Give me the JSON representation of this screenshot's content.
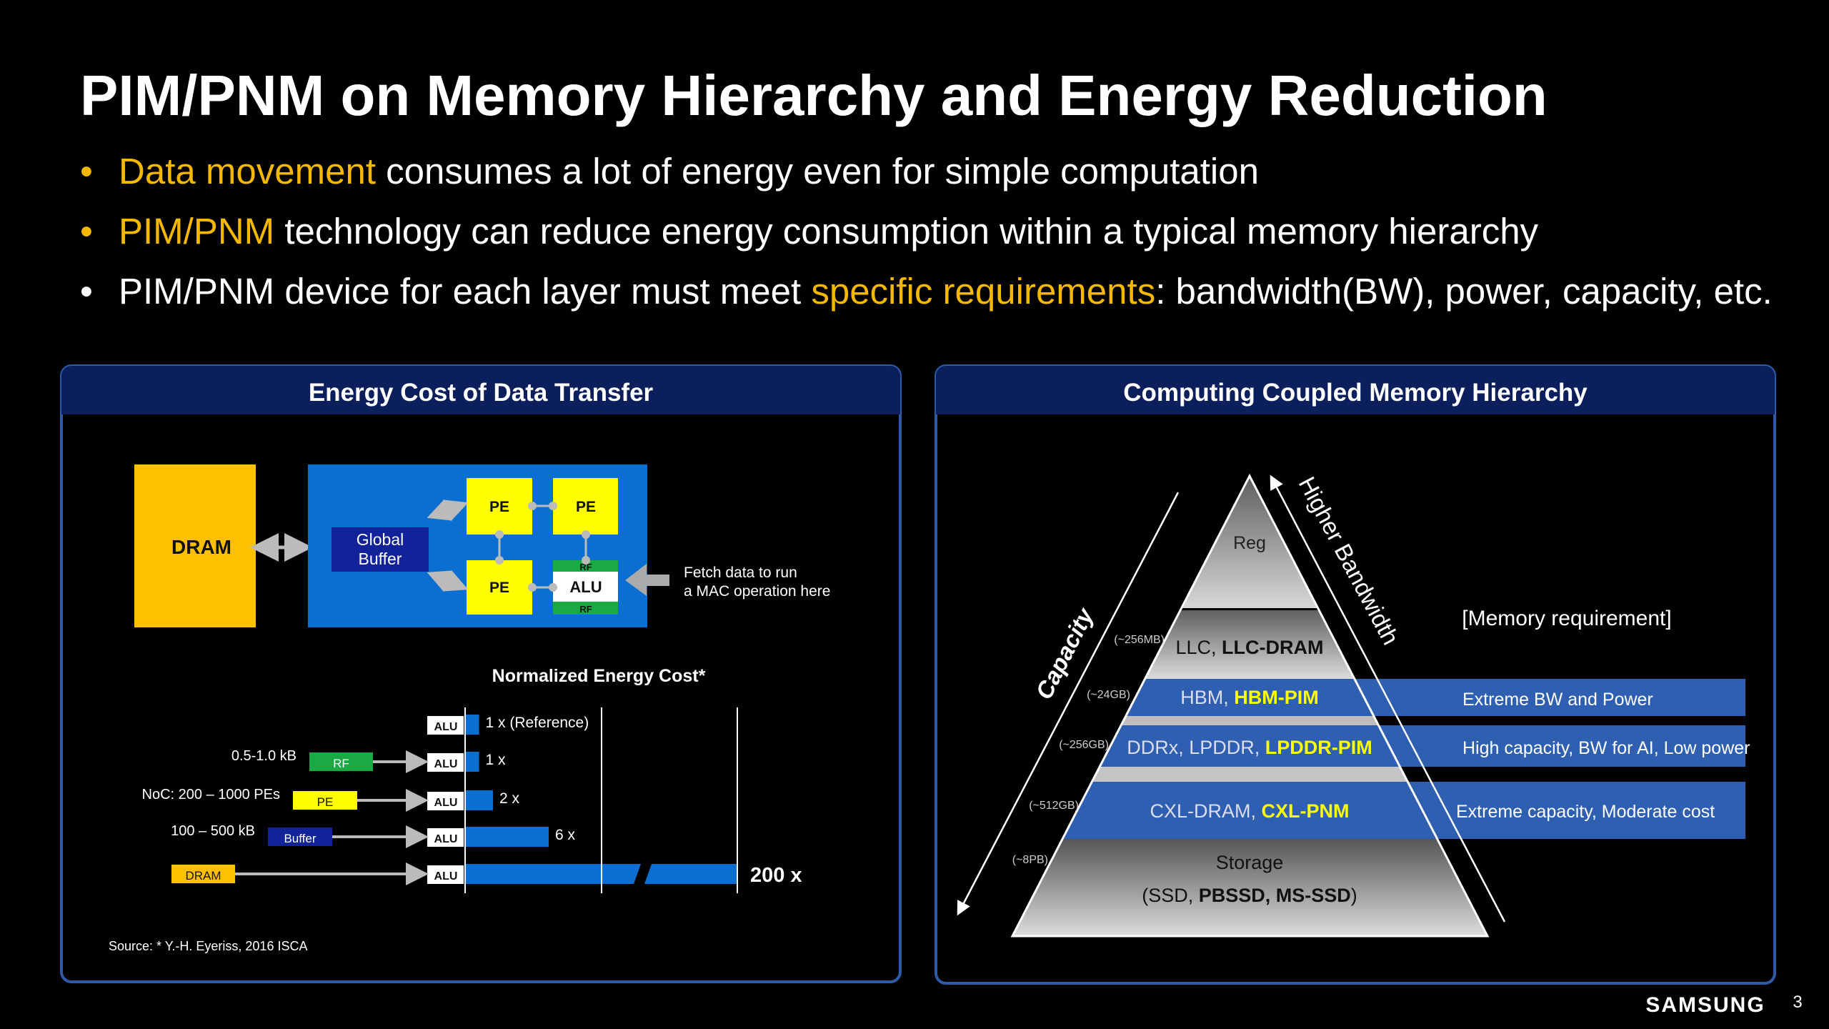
{
  "title": "PIM/PNM on Memory Hierarchy and Energy Reduction",
  "bullets": [
    {
      "highlight": "Data movement",
      "text": " consumes a lot of energy even for simple computation"
    },
    {
      "highlight": "PIM/PNM",
      "text": " technology can reduce energy consumption within a typical memory hierarchy"
    },
    {
      "pre": "PIM/PNM device for each layer must meet ",
      "highlight": "specific requirements",
      "post": ": bandwidth(BW), power, capacity, etc."
    }
  ],
  "colors": {
    "accent": "#f5b800",
    "panel_header": "#0a1f5c",
    "panel_border": "#2e5aa8",
    "bar_blue": "#0a6fd0",
    "yellow": "#ffff00",
    "green": "#1aaa44",
    "dram": "#ffc000"
  },
  "left_panel": {
    "header": "Energy Cost of Data Transfer",
    "diagram": {
      "dram": "DRAM",
      "global_buffer_1": "Global",
      "global_buffer_2": "Buffer",
      "pe": "PE",
      "alu": "ALU",
      "rf": "RF",
      "fetch_1": "Fetch data to run",
      "fetch_2": "a MAC operation here"
    },
    "source": "Source: * Y.-H. Eyeriss, 2016 ISCA"
  },
  "chart_data": {
    "type": "bar",
    "title": "Normalized Energy Cost*",
    "orientation": "horizontal",
    "categories": [
      "ALU",
      "RF → ALU",
      "PE → ALU",
      "Buffer → ALU",
      "DRAM → ALU"
    ],
    "sources": [
      "",
      "RF",
      "PE",
      "Buffer",
      "DRAM"
    ],
    "sizes": [
      "",
      "0.5-1.0 kB",
      "NoC: 200 – 1000 PEs",
      "100 – 500 kB",
      ""
    ],
    "values": [
      1,
      1,
      2,
      6,
      200
    ],
    "value_labels": [
      "1 x (Reference)",
      "1 x",
      "2 x",
      "6 x",
      "200 x"
    ],
    "target": "ALU",
    "axis_break": true
  },
  "right_panel": {
    "header": "Computing Coupled Memory Hierarchy",
    "capacity_label": "Capacity",
    "bandwidth_label": "Higher Bandwidth",
    "requirement_title": "[Memory requirement]",
    "layers": [
      {
        "plain": "Reg"
      },
      {
        "plain": "LLC, ",
        "bold": "LLC-DRAM",
        "capacity": "(~256MB)"
      },
      {
        "plain": "HBM, ",
        "bold": "HBM-PIM",
        "capacity": "(~24GB)",
        "requirement": "Extreme BW and Power"
      },
      {
        "plain": "DDRx, LPDDR, ",
        "bold": "LPDDR-PIM",
        "capacity": "(~256GB)",
        "requirement": "High capacity, BW for AI, Low power"
      },
      {
        "plain": "CXL-DRAM, ",
        "bold": "CXL-PNM",
        "capacity": "(~512GB)",
        "requirement": "Extreme capacity, Moderate cost"
      },
      {
        "plain": "Storage",
        "line2_plain": "(SSD, ",
        "line2_bold": "PBSSD, MS-SSD",
        "line2_end": ")",
        "capacity": "(~8PB)"
      }
    ]
  },
  "footer": {
    "brand": "SAMSUNG",
    "page": "3"
  }
}
